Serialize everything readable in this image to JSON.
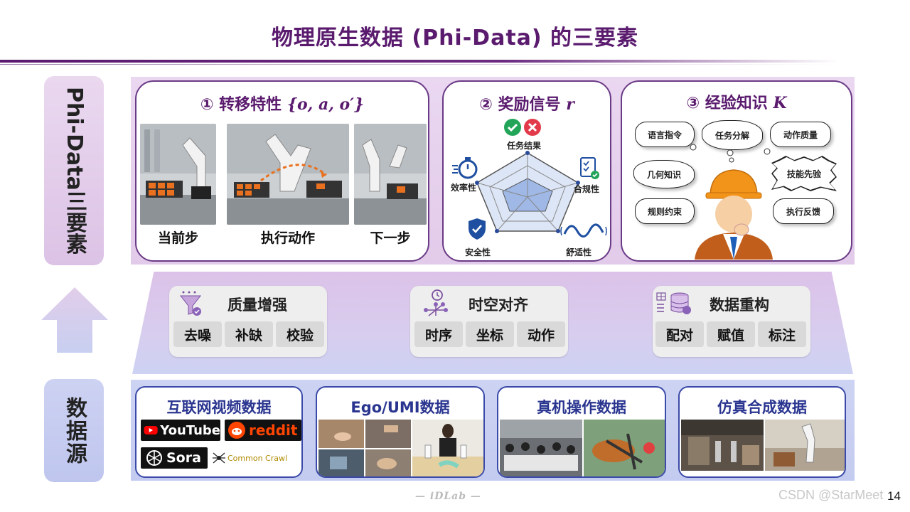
{
  "title": "物理原生数据 (Phi-Data) 的三要素",
  "side": {
    "phi_label": "Phi-Data三要素",
    "source_label": "数据源"
  },
  "cards": {
    "transfer": {
      "num": "①",
      "label": "转移特性",
      "math": "{o, a, o′}",
      "captions": [
        "当前步",
        "执行动作",
        "下一步"
      ]
    },
    "reward": {
      "num": "②",
      "label": "奖励信号",
      "math": "r",
      "axes": [
        "任务结果",
        "合规性",
        "舒适性",
        "安全性",
        "效率性"
      ]
    },
    "knowledge": {
      "num": "③",
      "label": "经验知识",
      "math": "K",
      "bubbles": [
        "语言指令",
        "任务分解",
        "动作质量",
        "几何知识",
        "技能先验",
        "规则约束",
        "执行反馈"
      ]
    }
  },
  "processing": [
    {
      "title": "质量增强",
      "chips": [
        "去噪",
        "补缺",
        "校验"
      ],
      "icon": "funnel-icon"
    },
    {
      "title": "时空对齐",
      "chips": [
        "时序",
        "坐标",
        "动作"
      ],
      "icon": "clock-axes-icon"
    },
    {
      "title": "数据重构",
      "chips": [
        "配对",
        "赋值",
        "标注"
      ],
      "icon": "database-icon"
    }
  ],
  "sources": [
    {
      "title": "互联网视频数据",
      "logos": [
        "YouTube",
        "reddit",
        "Sora",
        "Common Crawl"
      ]
    },
    {
      "title": "Ego/UMI数据"
    },
    {
      "title": "真机操作数据"
    },
    {
      "title": "仿真合成数据"
    }
  ],
  "footer": {
    "mark": "— iDLab —",
    "watermark": "CSDN @StarMeet",
    "page": "14"
  },
  "colors": {
    "accent": "#5a1a6e",
    "source_blue": "#2a3590",
    "band_purple": "#e2cbea",
    "band_blue": "#c3cbf0"
  }
}
